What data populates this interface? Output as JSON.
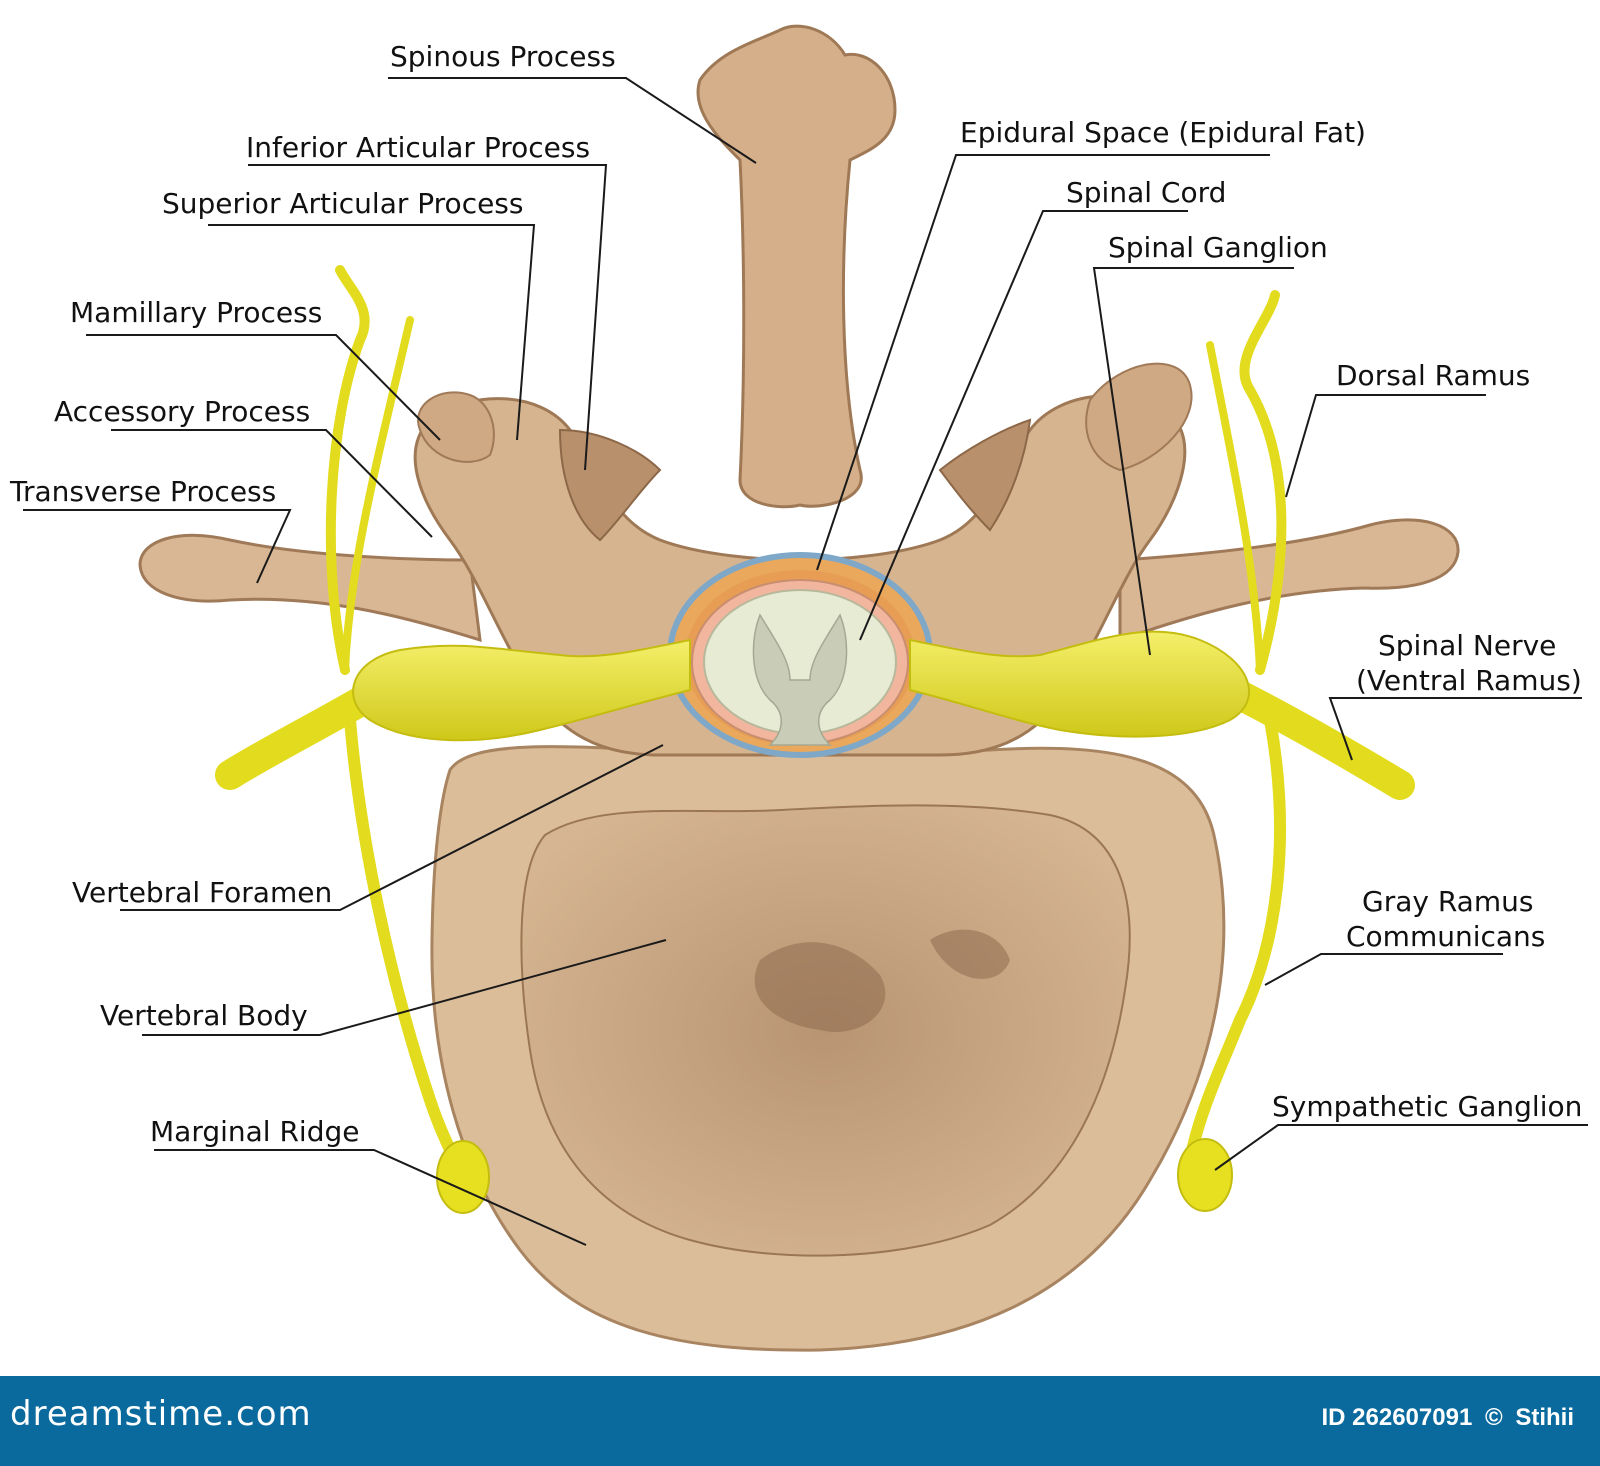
{
  "labels": {
    "spinous_process": "Spinous Process",
    "inferior_articular_process": "Inferior Articular Process",
    "superior_articular_process": "Superior Articular Process",
    "mamillary_process": "Mamillary Process",
    "accessory_process": "Accessory Process",
    "transverse_process": "Transverse Process",
    "vertebral_foramen": "Vertebral Foramen",
    "vertebral_body": "Vertebral Body",
    "marginal_ridge": "Marginal Ridge",
    "epidural_space": "Epidural Space (Epidural Fat)",
    "spinal_cord": "Spinal Cord",
    "spinal_ganglion": "Spinal Ganglion",
    "dorsal_ramus": "Dorsal Ramus",
    "spinal_nerve_line1": "Spinal Nerve",
    "spinal_nerve_line2": "(Ventral Ramus)",
    "gray_ramus_line1": "Gray Ramus",
    "gray_ramus_line2": "Communicans",
    "sympathetic_ganglion": "Sympathetic Ganglion"
  },
  "footer": {
    "brand": "dreamstime.com",
    "id_text": "ID 262607091",
    "copyright_symbol": "©",
    "author": "Stihii"
  },
  "colors": {
    "bone": "#d9b794",
    "bone_dark": "#a07a58",
    "nerve": "#e6e020",
    "footer_bar": "#0a6a9e"
  }
}
